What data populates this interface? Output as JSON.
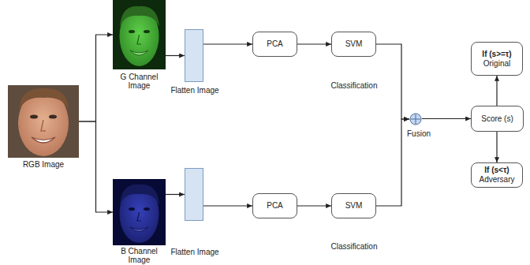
{
  "diagram": {
    "nodes": [
      {
        "text": [
          "RGB Image"
        ]
      },
      {
        "text": [
          "G Channel Image"
        ]
      },
      {
        "text": [
          "Flatten Image"
        ]
      },
      {
        "text": [
          "PCA"
        ]
      },
      {
        "text": [
          "SVM"
        ]
      },
      {
        "text": [
          "B Channel Image"
        ]
      },
      {
        "text": [
          "Flatten Image"
        ]
      },
      {
        "text": [
          "PCA"
        ]
      },
      {
        "text": [
          "SVM"
        ]
      },
      {
        "text": [
          "Fusion"
        ]
      },
      {
        "text": [
          "Score (s)"
        ]
      },
      {
        "text": [
          "If (s>=τ)",
          "Original"
        ]
      },
      {
        "text": [
          "If (s<τ)",
          "Adversary"
        ]
      }
    ],
    "edges": [
      {
        "from": 0,
        "to": 1,
        "arrow": "to"
      },
      {
        "from": 0,
        "to": 5,
        "arrow": "to"
      },
      {
        "from": 1,
        "to": 2,
        "arrow": "to"
      },
      {
        "from": 2,
        "to": 3,
        "arrow": "to"
      },
      {
        "from": 3,
        "to": 4,
        "arrow": "to"
      },
      {
        "from": 5,
        "to": 6,
        "arrow": "to"
      },
      {
        "from": 6,
        "to": 7,
        "arrow": "to"
      },
      {
        "from": 7,
        "to": 8,
        "arrow": "to"
      },
      {
        "from": 4,
        "to": 9,
        "arrow": "to"
      },
      {
        "from": 8,
        "to": 9,
        "arrow": "to"
      },
      {
        "from": 9,
        "to": 10,
        "arrow": "to"
      },
      {
        "from": 10,
        "to": 11,
        "arrow": "to"
      },
      {
        "from": 10,
        "to": 12,
        "arrow": "to"
      }
    ],
    "labels": [
      "Classification",
      "Classification"
    ]
  }
}
